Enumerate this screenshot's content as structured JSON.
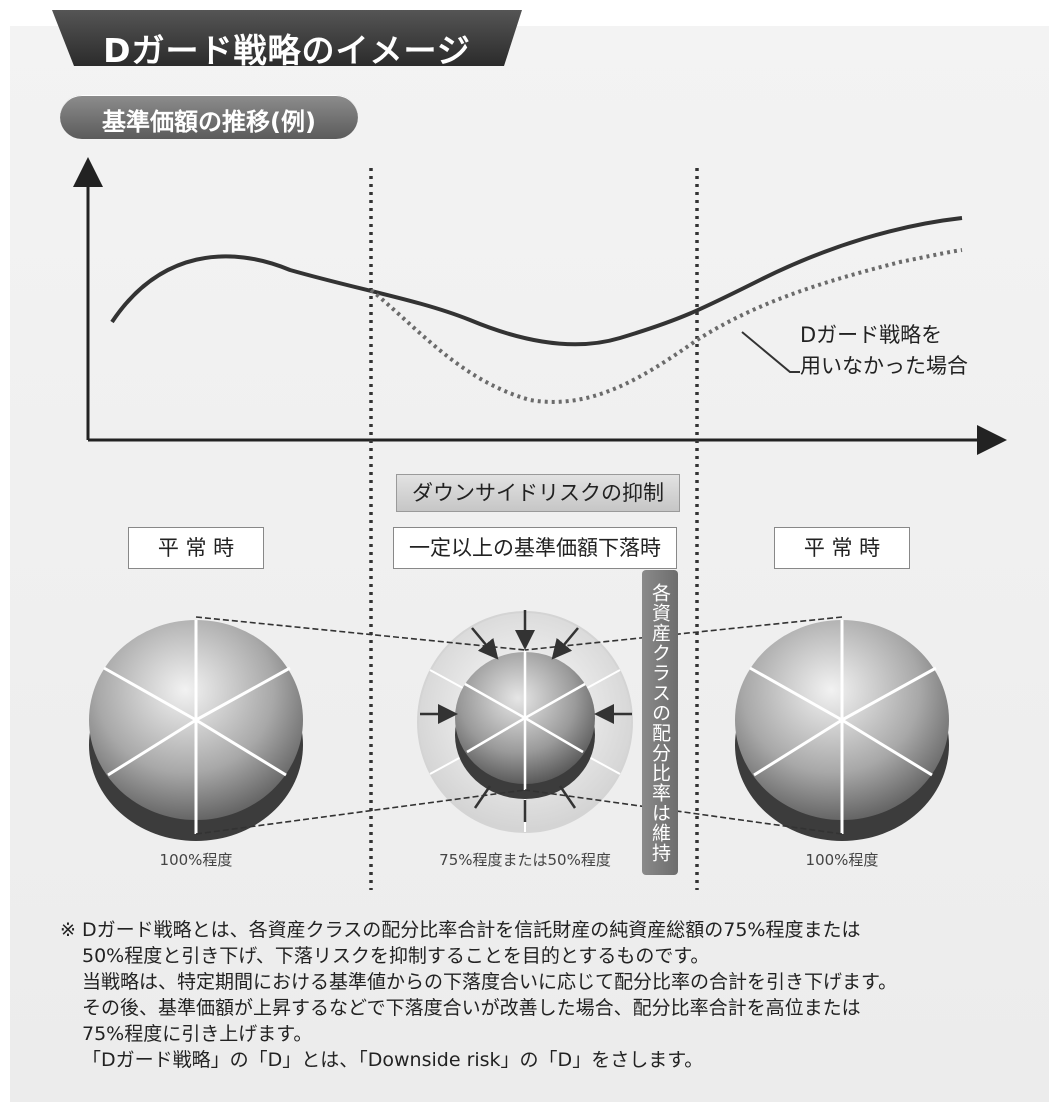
{
  "title": "Dガード戦略のイメージ",
  "section_label": "基準価額の推移(例)",
  "legend_label_lines": [
    "Dガード戦略を",
    "用いなかった場合"
  ],
  "downside_label": "ダウンサイドリスクの抑制",
  "phase_labels": {
    "normal_left": "平 常 時",
    "decline": "一定以上の基準価額下落時",
    "normal_right": "平 常 時"
  },
  "vertical_label": "各資産クラスの配分比率は維持",
  "pie_captions": {
    "left": "100%程度",
    "center": "75%程度または50%程度",
    "right": "100%程度"
  },
  "notes": {
    "mark": "※",
    "lines": [
      "Dガード戦略とは、各資産クラスの配分比率合計を信託財産の純資産総額の75%程度または",
      "50%程度と引き下げ、下落リスクを抑制することを目的とするものです。",
      "当戦略は、特定期間における基準値からの下落度合いに応じて配分比率の合計を引き下げます。",
      "その後、基準価額が上昇するなどで下落度合いが改善した場合、配分比率合計を高位または",
      "75%程度に引き上げます。",
      "「Dガード戦略」の「D」とは、「Downside risk」の「D」をさします。"
    ]
  },
  "colors": {
    "title_tab": "#3a3a3a",
    "line_with_strategy": "#333333",
    "line_without_strategy": "#6b6b6b",
    "divider": "#333333"
  }
}
